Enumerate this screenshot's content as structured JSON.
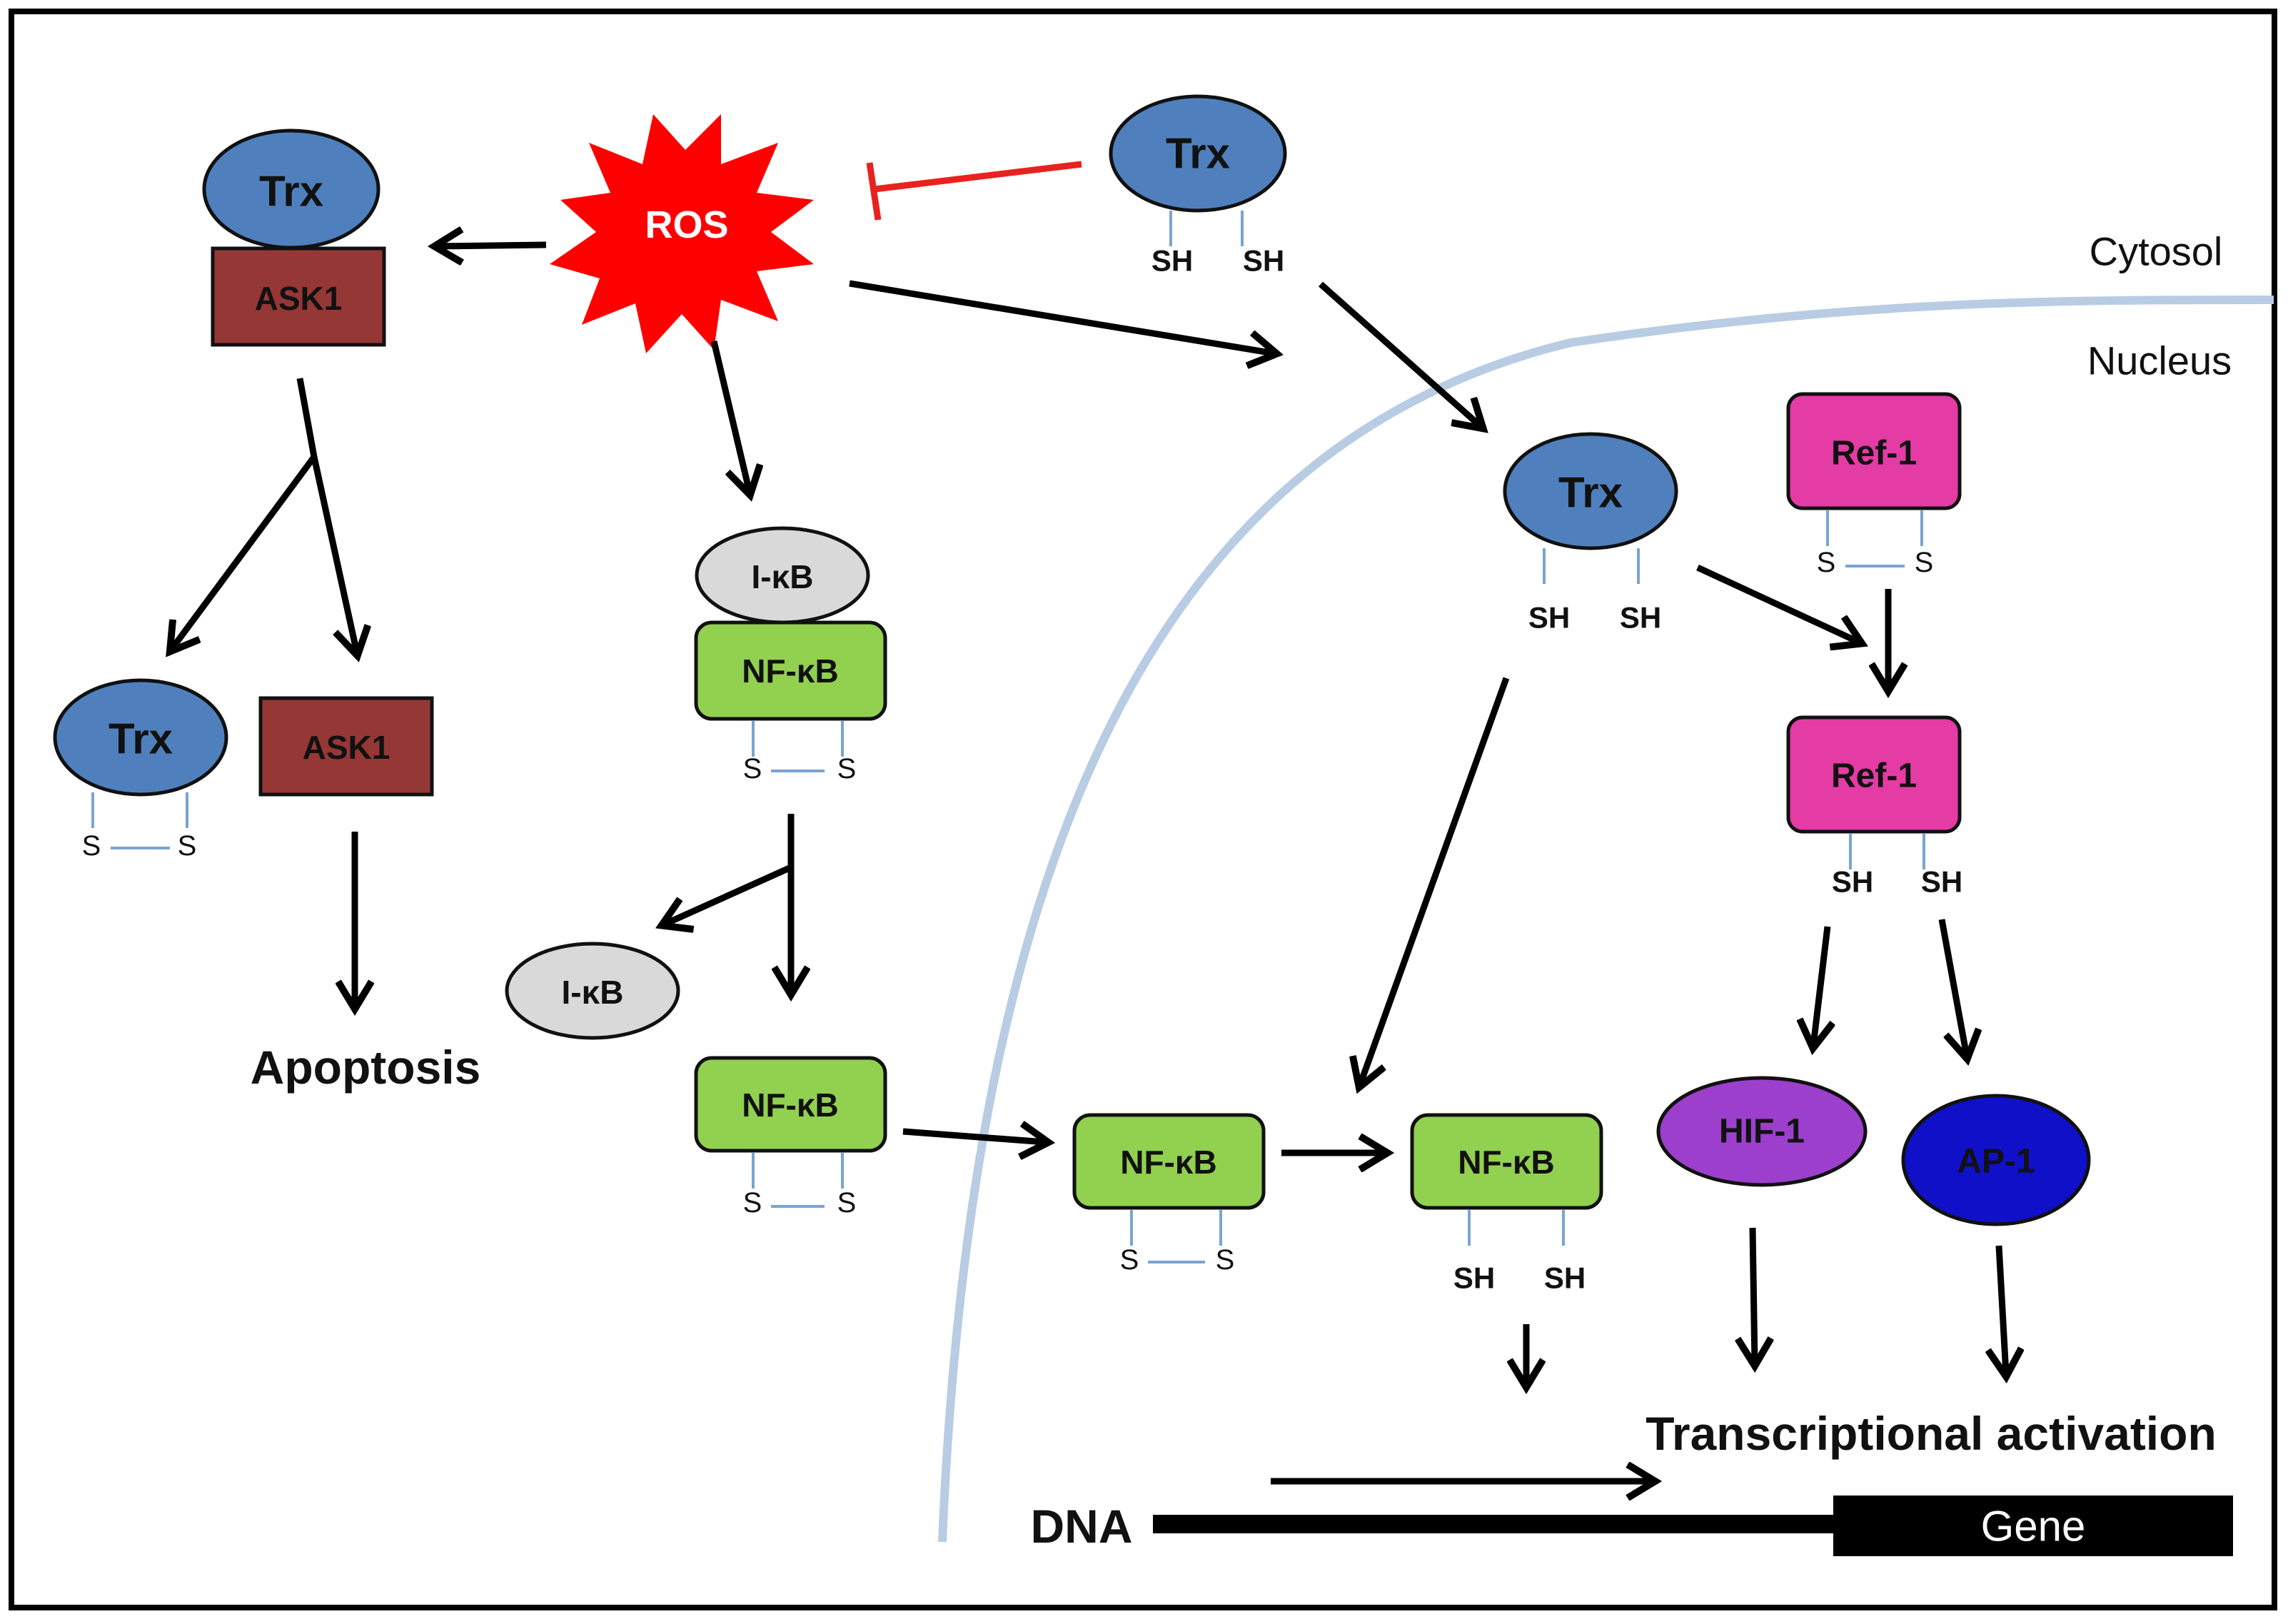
{
  "colors": {
    "trx": "#4f80bd",
    "ask1": "#953735",
    "ikb": "#d9d9d9",
    "nfkb": "#92d050",
    "ref1": "#e43ba5",
    "hif1": "#9b3fcc",
    "ap1": "#1010c8",
    "ros": "#ff0000",
    "inhibit": "#e8231f",
    "membrane": "#b8cce4"
  },
  "labels": {
    "ros": "ROS",
    "trx": "Trx",
    "ask1": "ASK1",
    "ikb": "I-κB",
    "nfkb": "NF-κB",
    "ref1": "Ref-1",
    "hif1": "HIF-1",
    "ap1": "AP-1",
    "sh": "SH",
    "s": "S",
    "apoptosis": "Apoptosis",
    "cytosol": "Cytosol",
    "nucleus": "Nucleus",
    "transcription": "Transcriptional activation",
    "dna": "DNA",
    "gene": "Gene"
  }
}
